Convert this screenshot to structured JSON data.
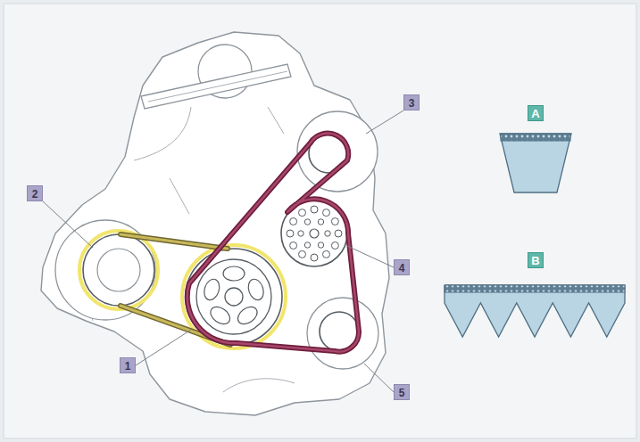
{
  "diagram": {
    "labels": [
      "1",
      "2",
      "3",
      "4",
      "5",
      "A",
      "B"
    ]
  }
}
